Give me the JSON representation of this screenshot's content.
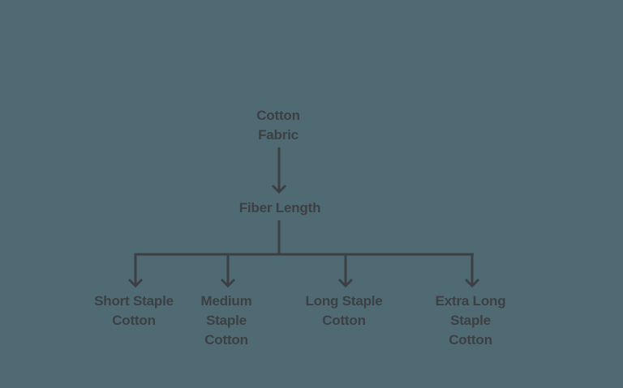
{
  "diagram": {
    "type": "tree",
    "colors": {
      "background": "#4f6a72",
      "line": "#3c4044",
      "text": "#3c4044"
    },
    "root": {
      "lines": [
        "Cotton",
        "Fabric"
      ]
    },
    "criterion": {
      "lines": [
        "Fiber Length"
      ]
    },
    "children": [
      {
        "lines": [
          "Short Staple",
          "Cotton"
        ]
      },
      {
        "lines": [
          "Medium",
          "Staple",
          "Cotton"
        ]
      },
      {
        "lines": [
          "Long Staple",
          "Cotton"
        ]
      },
      {
        "lines": [
          "Extra Long",
          "Staple",
          "Cotton"
        ]
      }
    ],
    "edges": [
      [
        "Cotton Fabric",
        "Fiber Length"
      ],
      [
        "Fiber Length",
        "Short Staple Cotton"
      ],
      [
        "Fiber Length",
        "Medium Staple Cotton"
      ],
      [
        "Fiber Length",
        "Long Staple Cotton"
      ],
      [
        "Fiber Length",
        "Extra Long Staple Cotton"
      ]
    ]
  }
}
